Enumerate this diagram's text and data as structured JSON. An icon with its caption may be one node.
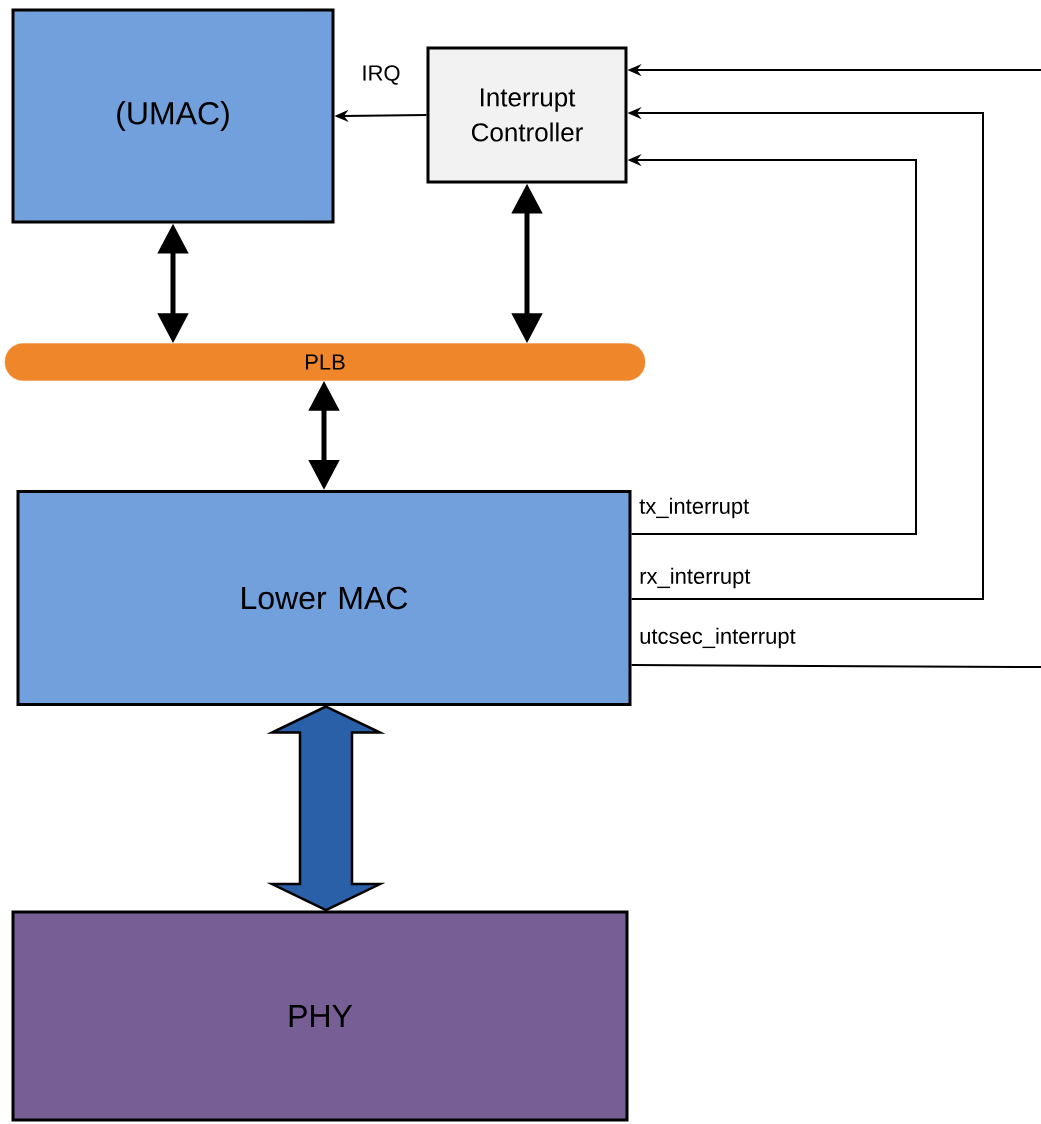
{
  "diagram": {
    "nodes": [
      {
        "text": [
          "(UMAC)"
        ]
      },
      {
        "text": [
          "Interrupt Controller"
        ]
      },
      {
        "text": [
          "PLB"
        ]
      },
      {
        "text": [
          "Lower MAC"
        ]
      },
      {
        "text": [
          "PHY"
        ]
      }
    ],
    "edges": [
      {
        "from": 1,
        "to": 0,
        "arrow": "to",
        "label": "IRQ"
      },
      {
        "from": 0,
        "to": 2,
        "arrow": "both",
        "style": "thick"
      },
      {
        "from": 1,
        "to": 2,
        "arrow": "both",
        "style": "thick"
      },
      {
        "from": 2,
        "to": 3,
        "arrow": "both",
        "style": "thick"
      },
      {
        "from": 3,
        "to": 4,
        "arrow": "both",
        "style": "thick",
        "color": "#2a60a8"
      },
      {
        "from": 3,
        "to": 1,
        "arrow": "to",
        "label": "tx_interrupt"
      },
      {
        "from": 3,
        "to": 1,
        "arrow": "to",
        "label": "rx_interrupt"
      },
      {
        "from": null,
        "to": 1,
        "arrow": "to"
      },
      {
        "from": 3,
        "to": null,
        "arrow": "none",
        "label": "utcsec_interrupt"
      }
    ]
  }
}
